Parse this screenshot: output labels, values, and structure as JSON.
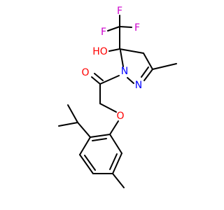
{
  "molecule": {
    "colors": {
      "carbon_bond": "#000000",
      "oxygen": "#ff0000",
      "nitrogen": "#0000ff",
      "fluorine": "#cc00cc"
    },
    "atoms": {
      "f1": "F",
      "f2": "F",
      "f3": "F",
      "ho": "HO",
      "n1": "N",
      "n2": "N",
      "o_carbonyl": "O",
      "o_ether": "O"
    }
  }
}
